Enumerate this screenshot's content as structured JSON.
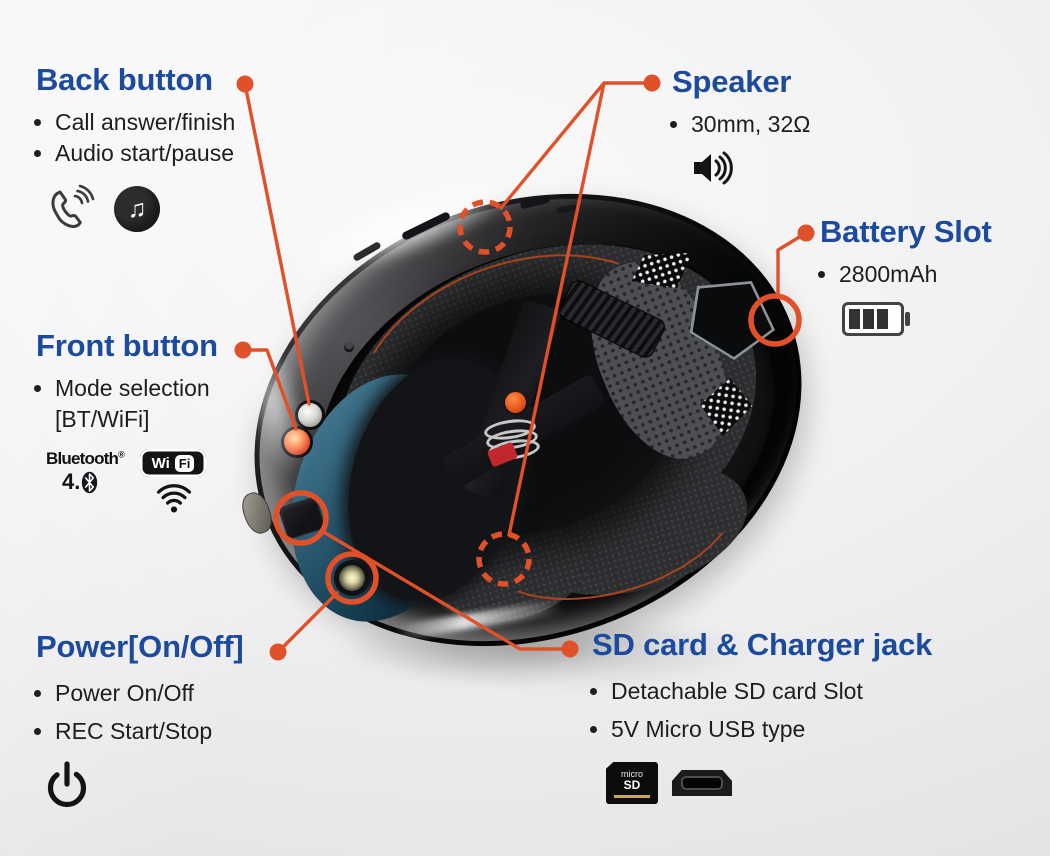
{
  "colors": {
    "accent_orange": "#e0512a",
    "title_blue": "#1c4b9e",
    "body_text": "#1e1e1e"
  },
  "callouts": {
    "back_button": {
      "title": "Back button",
      "bullets": [
        "Call answer/finish",
        "Audio start/pause"
      ]
    },
    "front_button": {
      "title": "Front button",
      "bullets": [
        "Mode selection"
      ],
      "continuation": "[BT/WiFi]"
    },
    "power": {
      "title": "Power[On/Off]",
      "bullets": [
        "Power On/Off",
        "REC Start/Stop"
      ]
    },
    "speaker": {
      "title": "Speaker",
      "bullets": [
        "30mm, 32Ω"
      ]
    },
    "battery": {
      "title": "Battery Slot",
      "bullets": [
        "2800mAh"
      ]
    },
    "sd_card": {
      "title": "SD card & Charger jack",
      "bullets": [
        "Detachable SD card Slot",
        "5V Micro USB type"
      ]
    }
  },
  "badges": {
    "bluetooth_name": "Bluetooth",
    "bluetooth_mark": "®",
    "bluetooth_version": "4.",
    "wifi_left": "Wi",
    "wifi_right": "Fi",
    "microsd_line1": "micro",
    "microsd_line2": "SD",
    "music_note": "♫"
  },
  "icons": {
    "phone-call-icon": "handset outline with sound waves",
    "music-icon": "white beamed note in dark circle",
    "speaker-volume-icon": "black speaker with 3 arcs",
    "battery-icon": "battery outline, 3 bars, right nub",
    "bluetooth-rune-icon": "white ᛒ rune in dark oval",
    "wifi-signal-icon": "3 arcs over dot",
    "power-icon": "broken circle with vertical bar",
    "microsd-card-icon": "black microSD card with gold stripe",
    "micro-usb-icon": "black micro-USB plug face"
  }
}
